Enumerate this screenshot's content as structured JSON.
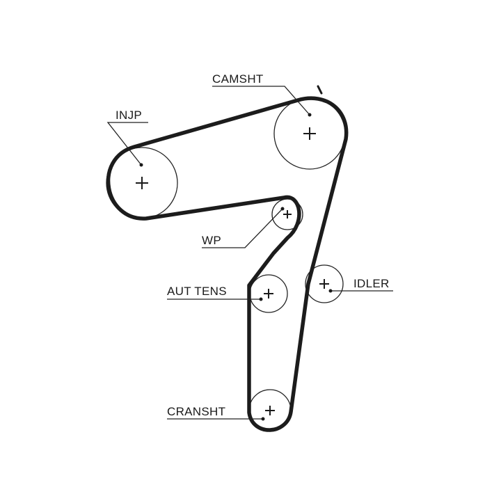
{
  "diagram": {
    "labels": {
      "camshaft": "CAMSHT",
      "injection_pump": "INJP",
      "water_pump": "WP",
      "auto_tensioner": "AUT TENS",
      "idler": "IDLER",
      "crankshaft": "CRANSHT"
    },
    "colors": {
      "belt": "#1c1c1c",
      "outline": "#222222",
      "background": "#ffffff"
    }
  }
}
